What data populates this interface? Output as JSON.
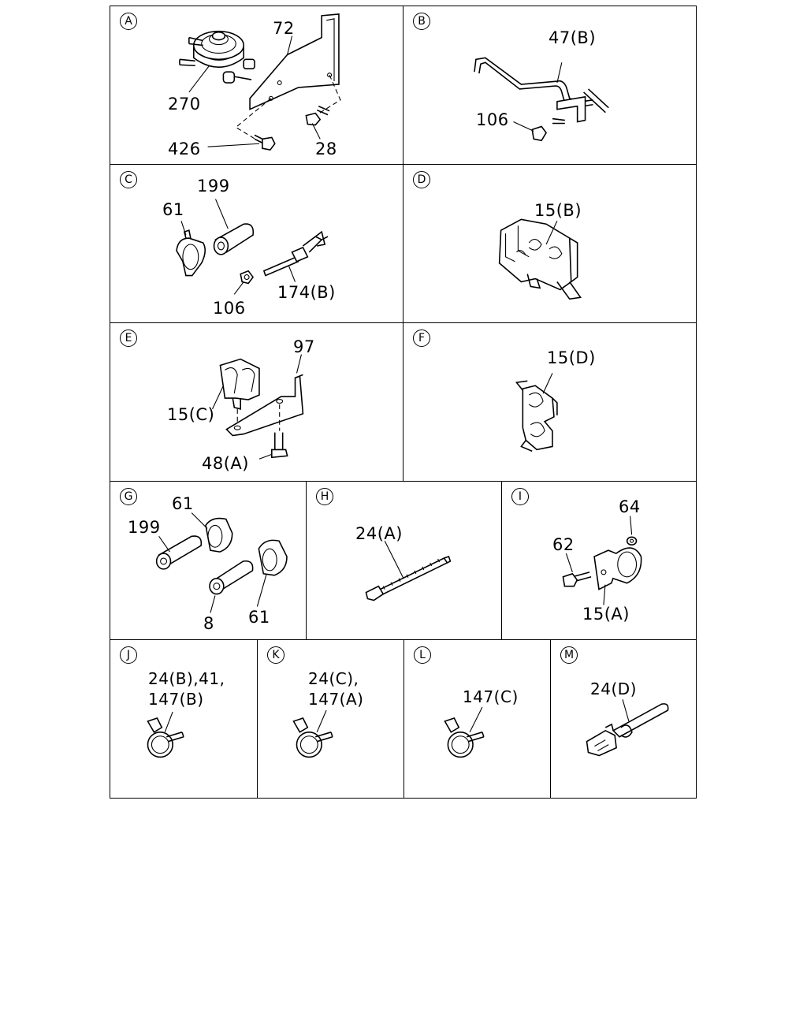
{
  "panels": {
    "A": {
      "letter": "A",
      "labels": {
        "p72": "72",
        "p270": "270",
        "p426": "426",
        "p28": "28"
      }
    },
    "B": {
      "letter": "B",
      "labels": {
        "p47b": "47(B)",
        "p106": "106"
      }
    },
    "C": {
      "letter": "C",
      "labels": {
        "p199": "199",
        "p61": "61",
        "p106": "106",
        "p174b": "174(B)"
      }
    },
    "D": {
      "letter": "D",
      "labels": {
        "p15b": "15(B)"
      }
    },
    "E": {
      "letter": "E",
      "labels": {
        "p97": "97",
        "p15c": "15(C)",
        "p48a": "48(A)"
      }
    },
    "F": {
      "letter": "F",
      "labels": {
        "p15d": "15(D)"
      }
    },
    "G": {
      "letter": "G",
      "labels": {
        "p61a": "61",
        "p199": "199",
        "p8": "8",
        "p61b": "61"
      }
    },
    "H": {
      "letter": "H",
      "labels": {
        "p24a": "24(A)"
      }
    },
    "I": {
      "letter": "I",
      "labels": {
        "p64": "64",
        "p62": "62",
        "p15a": "15(A)"
      }
    },
    "J": {
      "letter": "J",
      "labels": {
        "line1": "24(B),41,",
        "line2": "147(B)"
      }
    },
    "K": {
      "letter": "K",
      "labels": {
        "line1": "24(C),",
        "line2": "147(A)"
      }
    },
    "L": {
      "letter": "L",
      "labels": {
        "p147c": "147(C)"
      }
    },
    "M": {
      "letter": "M",
      "labels": {
        "p24d": "24(D)"
      }
    }
  }
}
